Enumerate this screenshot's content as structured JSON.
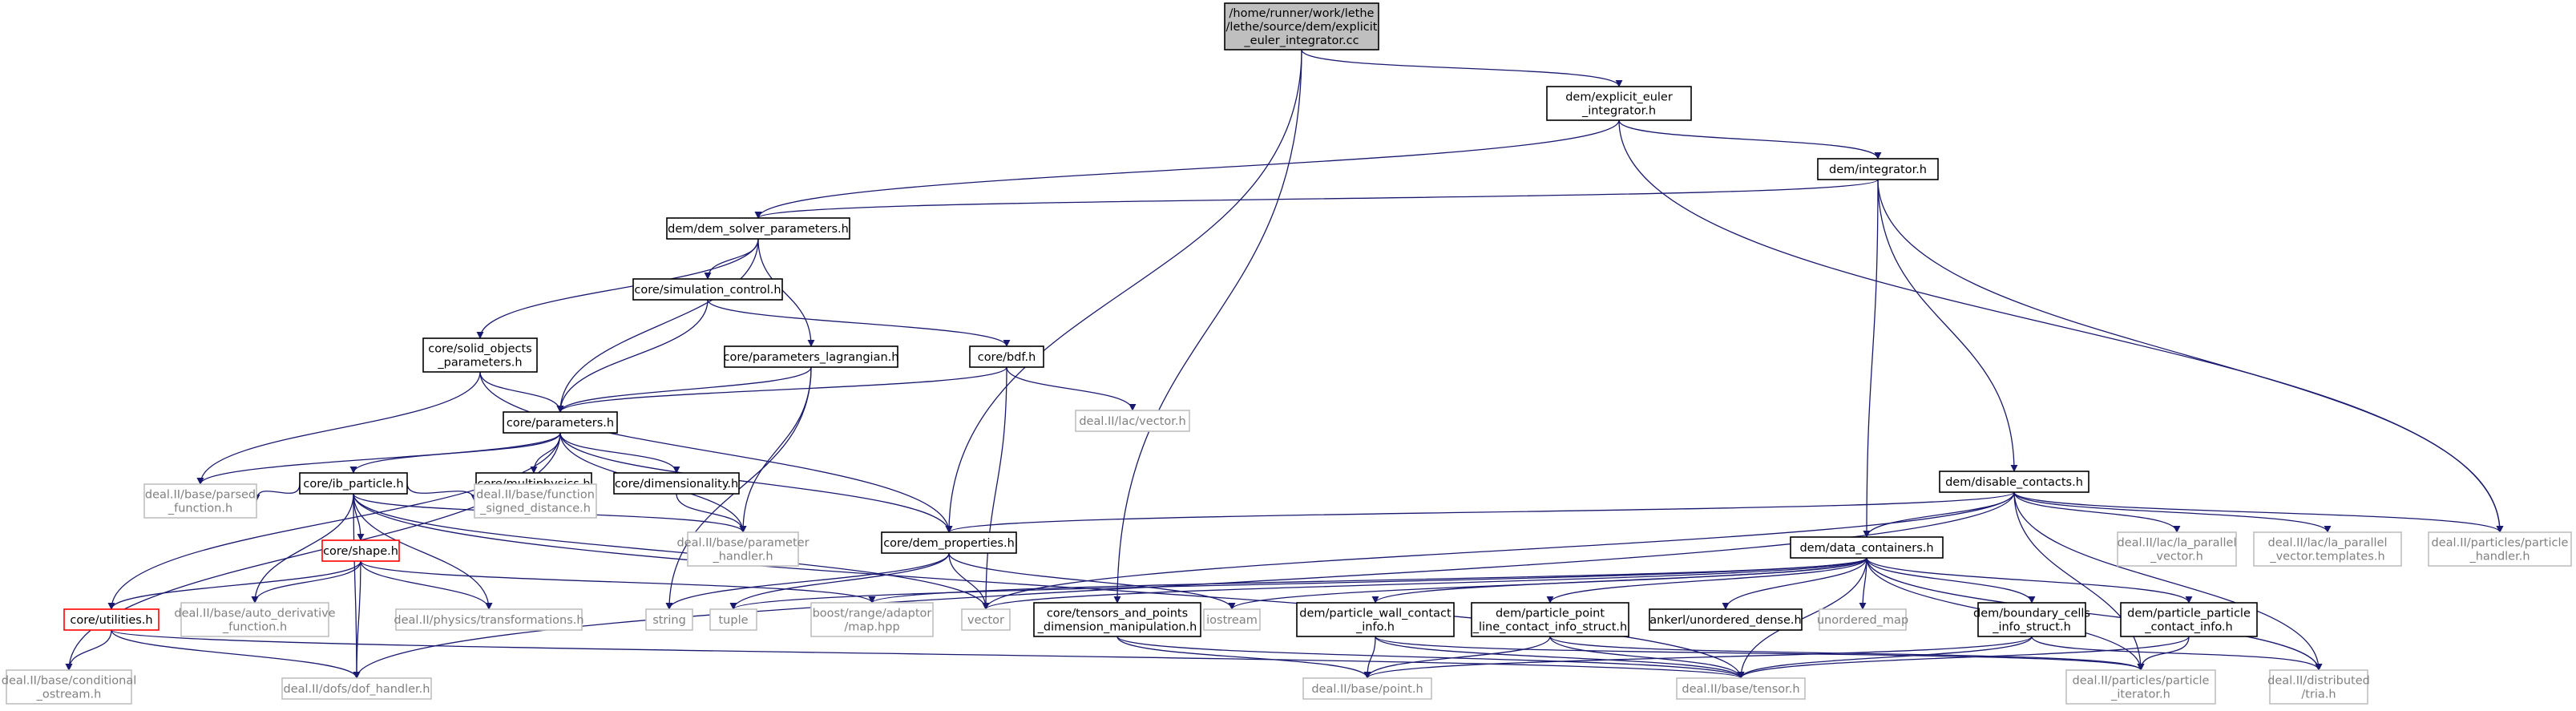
{
  "graph": {
    "colors": {
      "edge": "#191970",
      "root_fill": "#bfbfbf",
      "missing_border": "#bfbfbf",
      "missing_text": "#808080",
      "truncated_border": "#ff0000"
    },
    "nodes": [
      {
        "id": "root",
        "kind": "root",
        "lines": [
          "/home/runner/work/lethe",
          "/lethe/source/dem/explicit",
          "_euler_integrator.cc"
        ]
      },
      {
        "id": "explicit_euler",
        "kind": "dark",
        "lines": [
          "dem/explicit_euler",
          "_integrator.h"
        ]
      },
      {
        "id": "integrator",
        "kind": "dark",
        "lines": [
          "dem/integrator.h"
        ]
      },
      {
        "id": "solver_params",
        "kind": "dark",
        "lines": [
          "dem/dem_solver_parameters.h"
        ]
      },
      {
        "id": "sim_control",
        "kind": "dark",
        "lines": [
          "core/simulation_control.h"
        ]
      },
      {
        "id": "solid_objects",
        "kind": "dark",
        "lines": [
          "core/solid_objects",
          "_parameters.h"
        ]
      },
      {
        "id": "params_lagrangian",
        "kind": "dark",
        "lines": [
          "core/parameters_lagrangian.h"
        ]
      },
      {
        "id": "bdf",
        "kind": "dark",
        "lines": [
          "core/bdf.h"
        ]
      },
      {
        "id": "lac_vector",
        "kind": "light",
        "lines": [
          "deal.II/lac/vector.h"
        ]
      },
      {
        "id": "parameters",
        "kind": "dark",
        "lines": [
          "core/parameters.h"
        ]
      },
      {
        "id": "ib_particle",
        "kind": "dark",
        "lines": [
          "core/ib_particle.h"
        ]
      },
      {
        "id": "multiphysics",
        "kind": "dark",
        "lines": [
          "core/multiphysics.h"
        ]
      },
      {
        "id": "dimensionality",
        "kind": "dark",
        "lines": [
          "core/dimensionality.h"
        ]
      },
      {
        "id": "parsed_function",
        "kind": "light",
        "lines": [
          "deal.II/base/parsed",
          "_function.h"
        ]
      },
      {
        "id": "shape",
        "kind": "red",
        "lines": [
          "core/shape.h"
        ]
      },
      {
        "id": "function_sdf",
        "kind": "light",
        "lines": [
          "deal.II/base/function",
          "_signed_distance.h"
        ]
      },
      {
        "id": "parameter_handler",
        "kind": "light",
        "lines": [
          "deal.II/base/parameter",
          "_handler.h"
        ]
      },
      {
        "id": "dem_properties",
        "kind": "dark",
        "lines": [
          "core/dem_properties.h"
        ]
      },
      {
        "id": "utilities",
        "kind": "red",
        "lines": [
          "core/utilities.h"
        ]
      },
      {
        "id": "auto_derivative",
        "kind": "light",
        "lines": [
          "deal.II/base/auto_derivative",
          "_function.h"
        ]
      },
      {
        "id": "transformations",
        "kind": "light",
        "lines": [
          "deal.II/physics/transformations.h"
        ]
      },
      {
        "id": "string",
        "kind": "light",
        "lines": [
          "string"
        ]
      },
      {
        "id": "tuple",
        "kind": "light",
        "lines": [
          "tuple"
        ]
      },
      {
        "id": "boost_map",
        "kind": "light",
        "lines": [
          "boost/range/adaptor",
          "/map.hpp"
        ]
      },
      {
        "id": "vector",
        "kind": "light",
        "lines": [
          "vector"
        ]
      },
      {
        "id": "iostream",
        "kind": "light",
        "lines": [
          "iostream"
        ]
      },
      {
        "id": "conditional_ostream",
        "kind": "light",
        "lines": [
          "deal.II/base/conditional",
          "_ostream.h"
        ]
      },
      {
        "id": "dof_handler",
        "kind": "light",
        "lines": [
          "deal.II/dofs/dof_handler.h"
        ]
      },
      {
        "id": "point",
        "kind": "light",
        "lines": [
          "deal.II/base/point.h"
        ]
      },
      {
        "id": "tensor",
        "kind": "light",
        "lines": [
          "deal.II/base/tensor.h"
        ]
      },
      {
        "id": "tensors_points",
        "kind": "dark",
        "lines": [
          "core/tensors_and_points",
          "_dimension_manipulation.h"
        ]
      },
      {
        "id": "disable_contacts",
        "kind": "dark",
        "lines": [
          "dem/disable_contacts.h"
        ]
      },
      {
        "id": "data_containers",
        "kind": "dark",
        "lines": [
          "dem/data_containers.h"
        ]
      },
      {
        "id": "wall_contact",
        "kind": "dark",
        "lines": [
          "dem/particle_wall_contact",
          "_info.h"
        ]
      },
      {
        "id": "point_line",
        "kind": "dark",
        "lines": [
          "dem/particle_point",
          "_line_contact_info_struct.h"
        ]
      },
      {
        "id": "ankerl",
        "kind": "dark",
        "lines": [
          "ankerl/unordered_dense.h"
        ]
      },
      {
        "id": "unordered_map",
        "kind": "light",
        "lines": [
          "unordered_map"
        ]
      },
      {
        "id": "boundary_cells",
        "kind": "dark",
        "lines": [
          "dem/boundary_cells",
          "_info_struct.h"
        ]
      },
      {
        "id": "pp_contact",
        "kind": "dark",
        "lines": [
          "dem/particle_particle",
          "_contact_info.h"
        ]
      },
      {
        "id": "la_parallel_vector",
        "kind": "light",
        "lines": [
          "deal.II/lac/la_parallel",
          "_vector.h"
        ]
      },
      {
        "id": "la_parallel_templates",
        "kind": "light",
        "lines": [
          "deal.II/lac/la_parallel",
          "_vector.templates.h"
        ]
      },
      {
        "id": "particle_handler",
        "kind": "light",
        "lines": [
          "deal.II/particles/particle",
          "_handler.h"
        ]
      },
      {
        "id": "particle_iterator",
        "kind": "light",
        "lines": [
          "deal.II/particles/particle",
          "_iterator.h"
        ]
      },
      {
        "id": "distributed_tria",
        "kind": "light",
        "lines": [
          "deal.II/distributed",
          "/tria.h"
        ]
      }
    ]
  }
}
